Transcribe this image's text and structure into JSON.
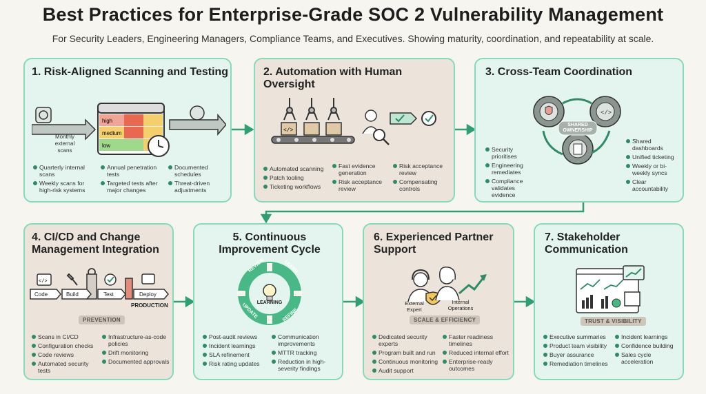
{
  "title": "Best Practices for Enterprise-Grade SOC 2 Vulnerability Management",
  "subtitle": "For Security Leaders, Engineering Managers, Compliance Teams, and Executives. Showing maturity, coordination, and repeatability at scale.",
  "cards": [
    {
      "title": "1. Risk-Aligned Scanning and Testing",
      "labels": {
        "monthly": "Monthly external scans",
        "high": "high",
        "medium": "medium",
        "low": "low"
      },
      "bullets": [
        [
          "Quarterly internal scans",
          "Weekly scans for high-risk systems"
        ],
        [
          "Annual penetration tests",
          "Targeted tests after major changes"
        ],
        [
          "Documented schedules",
          "Threat-driven adjustments"
        ]
      ]
    },
    {
      "title": "2. Automation with Human Oversight",
      "labels": {
        "code": "</>"
      },
      "bullets": [
        [
          "Automated scanning",
          "Patch tooling",
          "Ticketing workflows"
        ],
        [
          "Fast evidence generation",
          "Risk acceptance review"
        ],
        [
          "Risk acceptance review",
          "Compensating controls"
        ]
      ]
    },
    {
      "title": "3. Cross-Team Coordination",
      "labels": {
        "shared": "SHARED OWNERSHIP"
      },
      "bullets": [
        [
          "Security prioritises",
          "Engineering remediates",
          "Compliance validates evidence"
        ],
        [
          "Shared dashboards",
          "Unified ticketing",
          "Weekly or bi-weekly syncs",
          "Clear accountability"
        ]
      ]
    },
    {
      "title": "4. CI/CD and Change Management Integration",
      "labels": {
        "code": "Code",
        "build": "Build",
        "test": "Test",
        "deploy": "Deploy",
        "production": "PRODUCTION",
        "pill": "PREVENTION"
      },
      "bullets": [
        [
          "Scans in CI/CD",
          "Configuration checks",
          "Code reviews",
          "Automated security tests"
        ],
        [
          "Infrastructure-as-code policies",
          "Drift monitoring",
          "Documented approvals"
        ]
      ]
    },
    {
      "title": "5. Continuous Improvement Cycle",
      "labels": {
        "review": "REVIEW",
        "learn": "LEARN",
        "refine": "REFINE",
        "update": "UPDATE",
        "center": "LEARNING"
      },
      "bullets": [
        [
          "Post-audit reviews",
          "Incident learnings",
          "SLA refinement",
          "Risk rating updates"
        ],
        [
          "Communication improvements",
          "MTTR tracking",
          "Reduction in high-severity findings"
        ]
      ]
    },
    {
      "title": "6. Experienced Partner Support",
      "labels": {
        "expert": "External Expert",
        "internal": "Internal Operations",
        "pill": "SCALE & EFFICIENCY"
      },
      "bullets": [
        [
          "Dedicated security experts",
          "Program built and run",
          "Continuous monitoring",
          "Audit support"
        ],
        [
          "Faster readiness timelines",
          "Reduced internal effort",
          "Enterprise-ready outcomes"
        ]
      ]
    },
    {
      "title": "7. Stakeholder Communication",
      "labels": {
        "pill": "TRUST & VISIBILITY"
      },
      "bullets": [
        [
          "Executive summaries",
          "Product team visibility",
          "Buyer assurance",
          "Remediation timelines"
        ],
        [
          "Incident learnings",
          "Confidence building",
          "Sales cycle acceleration"
        ]
      ]
    }
  ],
  "colors": {
    "accent": "#2e8b66",
    "border": "#86d9b9",
    "mint": "#e3f5ee",
    "tan": "#ece4db"
  }
}
